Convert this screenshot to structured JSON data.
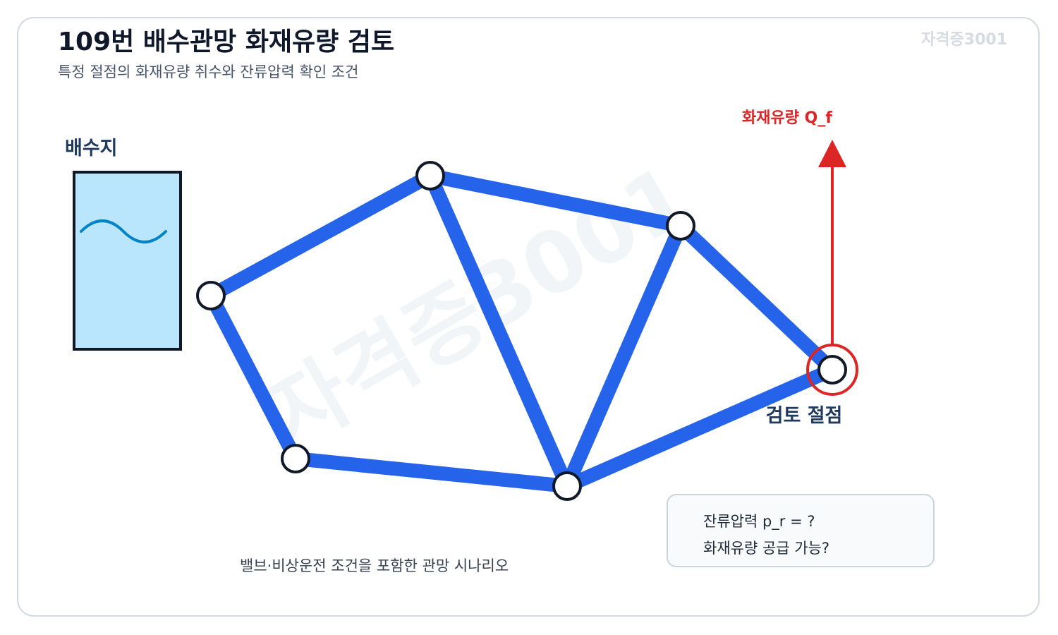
{
  "header": {
    "title": "109번 배수관망 화재유량 검토",
    "subtitle": "특정 절점의 화재유량 취수와 잔류압력 확인 조건",
    "corner_mark": "자격증3001"
  },
  "diagram": {
    "reservoir_label": "배수지",
    "fire_flow_label": "화재유량 Q_f",
    "check_node_label": "검토 절점",
    "watermark": "자격증3001",
    "scenario_caption": "밸브·비상운전 조건을 포함한 관망 시나리오",
    "colors": {
      "pipe": "#2563eb",
      "node_fill": "#ffffff",
      "node_stroke": "#111827",
      "fire_flow": "#dc2626",
      "reservoir_fill": "#bae6fd",
      "reservoir_wave": "#0284c7",
      "label_dark": "#1e3a5f"
    }
  },
  "info_box": {
    "line1": "잔류압력 p_r = ?",
    "line2": "화재유량 공급 가능?"
  }
}
